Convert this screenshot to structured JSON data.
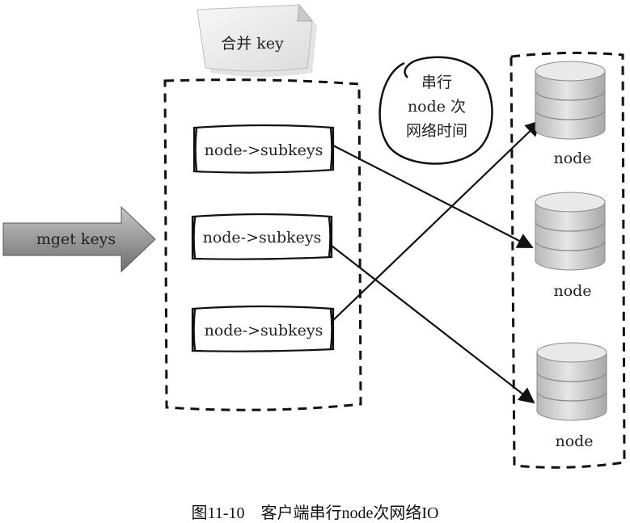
{
  "merge_note": {
    "label": "合并 key"
  },
  "input_arrow": {
    "label": "mget keys"
  },
  "subkey_boxes": [
    {
      "label": "node->subkeys"
    },
    {
      "label": "node->subkeys"
    },
    {
      "label": "node->subkeys"
    }
  ],
  "serial_note": {
    "lines": [
      "串行",
      "node 次",
      "网络时间"
    ]
  },
  "nodes": [
    {
      "label": "node"
    },
    {
      "label": "node"
    },
    {
      "label": "node"
    }
  ],
  "caption": "图11-10　客户端串行node次网络IO",
  "colors": {
    "ink": "#111111",
    "arrow_fill": "#9a9a9a",
    "db_fill": "#cfcfcf",
    "note_fill": "#eeeeee"
  }
}
